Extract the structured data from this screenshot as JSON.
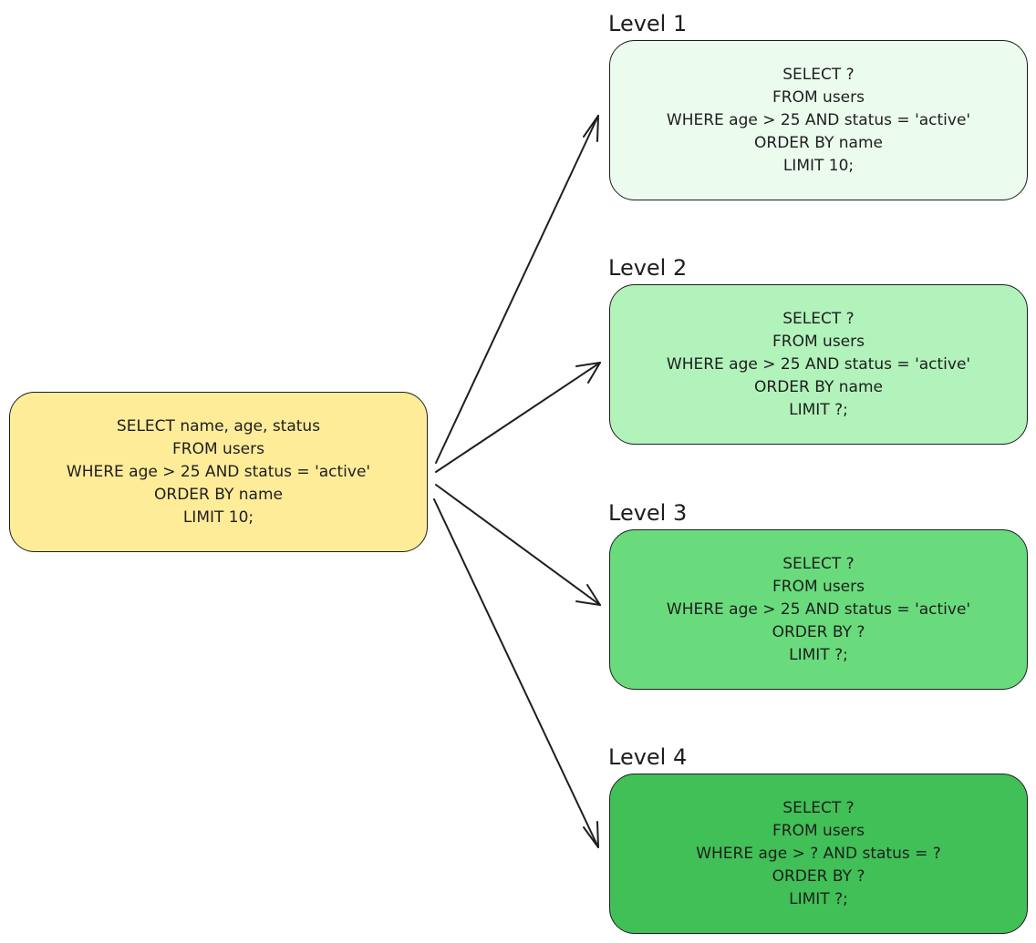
{
  "source": {
    "lines": [
      "SELECT name, age, status",
      "FROM users",
      "WHERE age > 25 AND status = 'active'",
      "ORDER BY name",
      "LIMIT 10;"
    ],
    "fill": "#ffec99"
  },
  "levels": [
    {
      "label": "Level 1",
      "fill": "#ebfbee",
      "lines": [
        "SELECT ?",
        "FROM users",
        "WHERE age > 25 AND status = 'active'",
        "ORDER BY name",
        "LIMIT 10;"
      ]
    },
    {
      "label": "Level 2",
      "fill": "#b2f2bb",
      "lines": [
        "SELECT ?",
        "FROM users",
        "WHERE age > 25 AND status = 'active'",
        "ORDER BY name",
        "LIMIT ?;"
      ]
    },
    {
      "label": "Level 3",
      "fill": "#69db7c",
      "lines": [
        "SELECT ?",
        "FROM users",
        "WHERE age > 25 AND status = 'active'",
        "ORDER BY ?",
        "LIMIT ?;"
      ]
    },
    {
      "label": "Level 4",
      "fill": "#40c057",
      "lines": [
        "SELECT ?",
        "FROM users",
        "WHERE age > ? AND status = ?",
        "ORDER BY ?",
        "LIMIT ?;"
      ]
    }
  ]
}
